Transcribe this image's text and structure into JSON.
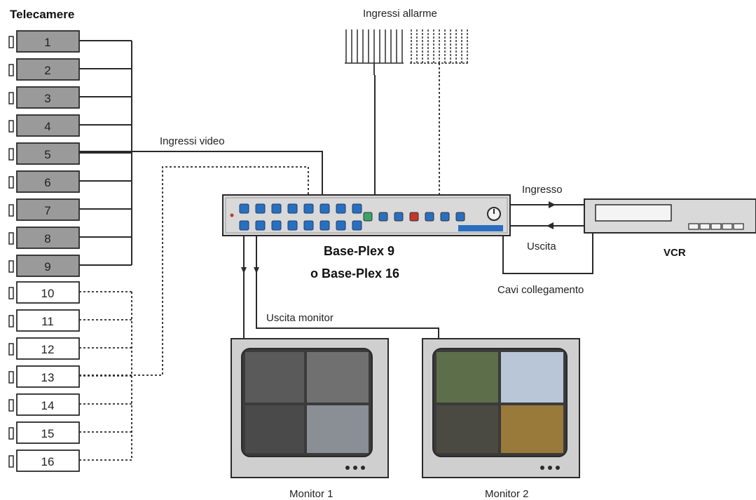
{
  "title": "Telecamere",
  "cameras": {
    "active": [
      "1",
      "2",
      "3",
      "4",
      "5",
      "6",
      "7",
      "8",
      "9"
    ],
    "extra": [
      "10",
      "11",
      "12",
      "13",
      "14",
      "15",
      "16"
    ]
  },
  "labels": {
    "alarm_inputs": "Ingressi allarme",
    "video_inputs": "Ingressi video",
    "multiplexer_line1": "Base-Plex 9",
    "multiplexer_line2": "o Base-Plex 16",
    "input": "Ingresso",
    "output": "Uscita",
    "vcr": "VCR",
    "cables": "Cavi collegamento",
    "monitor_out": "Uscita monitor",
    "monitor1": "Monitor 1",
    "monitor2": "Monitor 2"
  },
  "colors": {
    "camera_active_fill": "#9a9a9a",
    "camera_extra_fill": "#ffffff",
    "panel": "#d9d9d9",
    "button_blue": "#2a6fbf",
    "button_green": "#3aa36a",
    "button_red": "#c0392b",
    "monitor_frame": "#cfcfcf"
  }
}
